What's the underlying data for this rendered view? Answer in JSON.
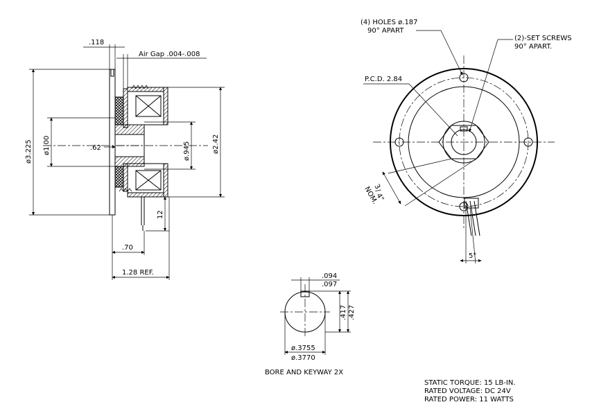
{
  "side_view": {
    "dim_top": ".118",
    "air_gap": "Air Gap .004-.008",
    "dia_outer": "ø3.225",
    "dia_bore_hub": "ø1.00",
    "dim_hub_len": ".62",
    "dia_armature": "ø.945",
    "dia_body": "ø2.42",
    "dim_lead": "12",
    "dim_70": ".70",
    "dim_ref": "1.28 REF."
  },
  "front_view": {
    "holes_line1": "(4) HOLES ø.187",
    "holes_line2": "90° APART",
    "screws_line1": "(2)-SET SCREWS",
    "screws_line2": "90° APART.",
    "pcd": "P.C.D. 2.84",
    "hex_3": "3",
    "hex_slash": "/",
    "hex_4": "4\"",
    "hex_nom": "NOM.",
    "angle": "5°"
  },
  "bore_view": {
    "keyway_a": ".094",
    "keyway_b": ".097",
    "depth_a": ".417",
    "depth_b": ".427",
    "bore_a": "ø.3755",
    "bore_b": "ø.3770",
    "caption": "BORE AND KEYWAY 2X"
  },
  "specs": {
    "torque": "STATIC TORQUE: 15 LB-IN.",
    "voltage": "RATED VOLTAGE: DC 24V",
    "power": "RATED POWER: 11 WATTS"
  }
}
